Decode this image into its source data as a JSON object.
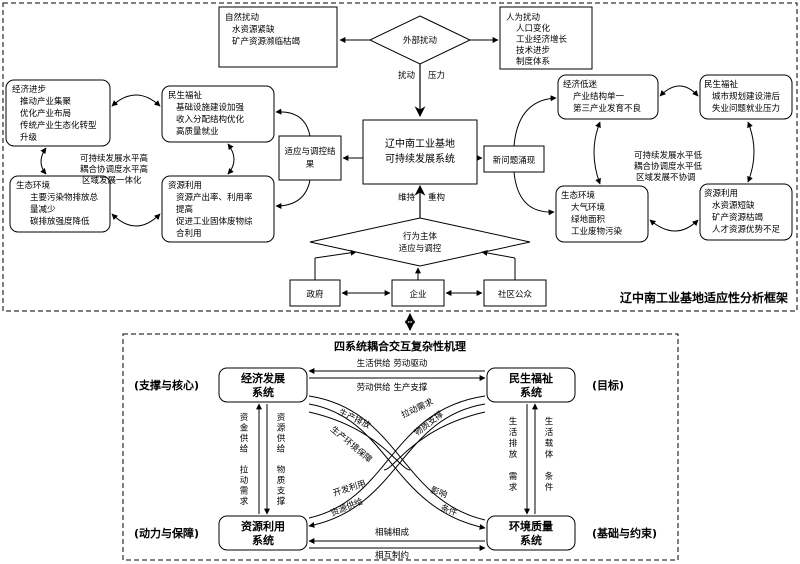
{
  "top": {
    "title": "辽中南工业基地适应性分析框架",
    "external": {
      "natural": {
        "title": "自然扰动",
        "items": [
          "水资源紧缺",
          "矿产资源濒临枯竭"
        ]
      },
      "human": {
        "title": "人为扰动",
        "items": [
          "人口变化",
          "工业经济增长",
          "技术进步",
          "制度体系"
        ]
      },
      "center": "外部扰动",
      "arrow_left": "扰动",
      "arrow_right": "压力"
    },
    "core": {
      "line1": "辽中南工业基地",
      "line2": "可持续发展系统"
    },
    "adapt_box": {
      "line1": "适应与调控结",
      "line2": "果"
    },
    "problem_box": "新问题涌现",
    "left_cluster": {
      "economy": {
        "title": "经济进步",
        "items": [
          "推动产业集聚",
          "优化产业布局",
          "传统产业生态化转型",
          "升级"
        ]
      },
      "welfare": {
        "title": "民生福祉",
        "items": [
          "基础设施建设加强",
          "收入分配结构优化",
          "高质量就业"
        ]
      },
      "ecology": {
        "title": "生态环境",
        "items": [
          "主要污染物排放总",
          "量减少",
          "碳排放强度降低"
        ]
      },
      "resource": {
        "title": "资源利用",
        "items": [
          "资源产出率、利用率",
          "提高",
          "促进工业固体废物综",
          "合利用"
        ]
      },
      "center": [
        "可持续发展水平高",
        "耦合协调度水平高",
        "区域发展一体化"
      ]
    },
    "right_cluster": {
      "economy": {
        "title": "经济低迷",
        "items": [
          "产业结构单一",
          "第三产业发育不良"
        ]
      },
      "welfare": {
        "title": "民生福祉",
        "items": [
          "城市规划建设滞后",
          "失业问题就业压力"
        ]
      },
      "ecology": {
        "title": "生态环境",
        "items": [
          "大气环境",
          "绿地面积",
          "工业废物污染"
        ]
      },
      "resource": {
        "title": "资源利用",
        "items": [
          "水资源短缺",
          "矿产资源枯竭",
          "人才资源优势不足"
        ]
      },
      "center": [
        "可持续发展水平低",
        "耦合协调度水平低",
        "区域发展不协调"
      ]
    },
    "actors": {
      "diamond": {
        "line1": "行为主体",
        "line2": "适应与调控"
      },
      "arrow_left": "维持",
      "arrow_right": "重构",
      "gov": "政府",
      "ent": "企业",
      "pub": "社区公众"
    }
  },
  "bottom": {
    "title": "四系统耦合交互复杂性机理",
    "econ": {
      "line1": "经济发展",
      "line2": "系统",
      "role": "(支撑与核心)"
    },
    "welf": {
      "line1": "民生福祉",
      "line2": "系统",
      "role": "(目标)"
    },
    "res": {
      "line1": "资源利用",
      "line2": "系统",
      "role": "(动力与保障)"
    },
    "env": {
      "line1": "环境质量",
      "line2": "系统",
      "role": "(基础与约束)"
    },
    "top_outer": "生活供给 劳动驱动",
    "top_inner": "劳动供给 生产支撑",
    "bottom_inner": "相辅相成",
    "bottom_outer": "相互制约",
    "left_a": [
      "资",
      "金",
      "供",
      "给",
      "",
      "拉",
      "动",
      "需",
      "求"
    ],
    "left_b": [
      "资",
      "源",
      "供",
      "给",
      "",
      "物",
      "质",
      "支",
      "撑"
    ],
    "right_a": [
      "生",
      "活",
      "排",
      "放",
      "",
      "需",
      "求"
    ],
    "right_b": [
      "生",
      "活",
      "载",
      "体",
      "",
      "条",
      "件"
    ],
    "curve_labels": {
      "prod_emit": "生产排放",
      "prod_env": "生产环境保障",
      "pull_demand": "拉动需求",
      "material": "物质支撑",
      "develop": "开发利用",
      "res_supply": "资源供给",
      "influence": "影响",
      "condition": "条件"
    }
  }
}
